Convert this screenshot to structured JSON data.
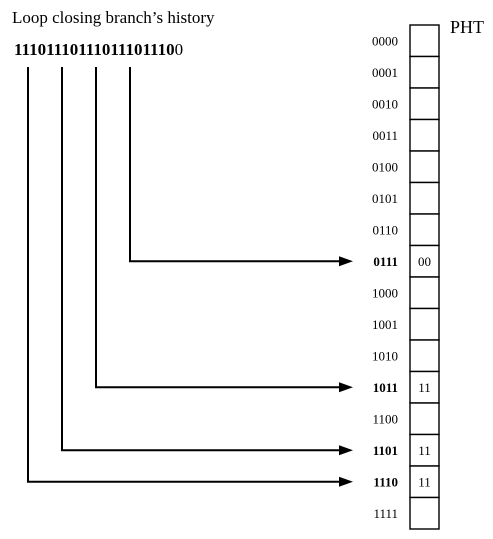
{
  "title": "Loop closing branch’s history",
  "history_groups": [
    "1110",
    "1110",
    "1110",
    "1110",
    "1110"
  ],
  "history_tail": "0",
  "pht_label": "PHT",
  "table": [
    {
      "index": "0000",
      "value": "",
      "highlight": false
    },
    {
      "index": "0001",
      "value": "",
      "highlight": false
    },
    {
      "index": "0010",
      "value": "",
      "highlight": false
    },
    {
      "index": "0011",
      "value": "",
      "highlight": false
    },
    {
      "index": "0100",
      "value": "",
      "highlight": false
    },
    {
      "index": "0101",
      "value": "",
      "highlight": false
    },
    {
      "index": "0110",
      "value": "",
      "highlight": false
    },
    {
      "index": "0111",
      "value": "00",
      "highlight": true
    },
    {
      "index": "1000",
      "value": "",
      "highlight": false
    },
    {
      "index": "1001",
      "value": "",
      "highlight": false
    },
    {
      "index": "1010",
      "value": "",
      "highlight": false
    },
    {
      "index": "1011",
      "value": "11",
      "highlight": true
    },
    {
      "index": "1100",
      "value": "",
      "highlight": false
    },
    {
      "index": "1101",
      "value": "11",
      "highlight": true
    },
    {
      "index": "1110",
      "value": "11",
      "highlight": true
    },
    {
      "index": "1111",
      "value": "",
      "highlight": false
    }
  ],
  "connections": [
    {
      "from_bit": 0,
      "to_row": 14
    },
    {
      "from_bit": 4,
      "to_row": 13
    },
    {
      "from_bit": 8,
      "to_row": 11
    },
    {
      "from_bit": 12,
      "to_row": 7
    }
  ]
}
